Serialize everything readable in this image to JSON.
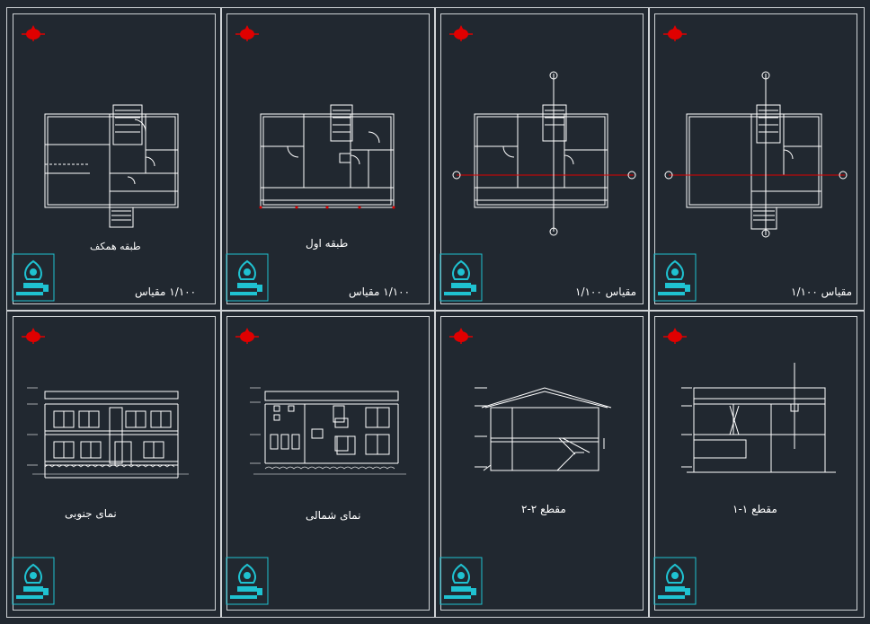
{
  "sheets": [
    {
      "caption": "طبقه همکف",
      "scale_text": "۱/۱۰۰ مقیاس",
      "scale_display": "1\\100   مقیاس"
    },
    {
      "caption": "طبقه اول",
      "scale_text": "۱/۱۰۰ مقیاس",
      "scale_display": "1\\100   مقیاس"
    },
    {
      "caption": "",
      "scale_text": "مقیاس ۱/۱۰۰"
    },
    {
      "caption": "",
      "scale_text": "مقیاس ۱/۱۰۰"
    },
    {
      "caption": "نمای جنوبی"
    },
    {
      "caption": "نمای شمالی"
    },
    {
      "caption": "مقطع ۲-۲"
    },
    {
      "caption": "مقطع ۱-۱"
    }
  ],
  "colors": {
    "background": "#212830",
    "lines": "#ffffff",
    "frame": "#cfd3d6",
    "logo": "#1fc2d1",
    "section_line": "#e00000",
    "north_arrow": "#e00000"
  },
  "icons": [
    "north-arrow-icon",
    "title-block-logo-icon"
  ]
}
